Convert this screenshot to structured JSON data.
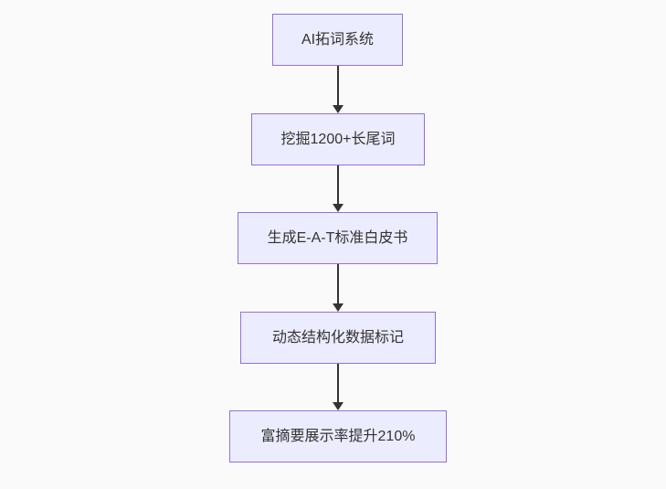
{
  "diagram": {
    "type": "flowchart",
    "direction": "top-to-bottom",
    "nodes": [
      {
        "label": "AI拓词系统"
      },
      {
        "label": "挖掘1200+长尾词"
      },
      {
        "label": "生成E-A-T标准白皮书"
      },
      {
        "label": "动态结构化数据标记"
      },
      {
        "label": "富摘要展示率提升210%"
      }
    ],
    "edges": [
      {
        "from": 0,
        "to": 1
      },
      {
        "from": 1,
        "to": 2
      },
      {
        "from": 2,
        "to": 3
      },
      {
        "from": 3,
        "to": 4
      }
    ],
    "colors": {
      "background": "#FAFAFA",
      "node_fill": "#ECECFF",
      "node_border": "#9370DB",
      "node_text": "#333333",
      "arrow": "#333333"
    }
  }
}
